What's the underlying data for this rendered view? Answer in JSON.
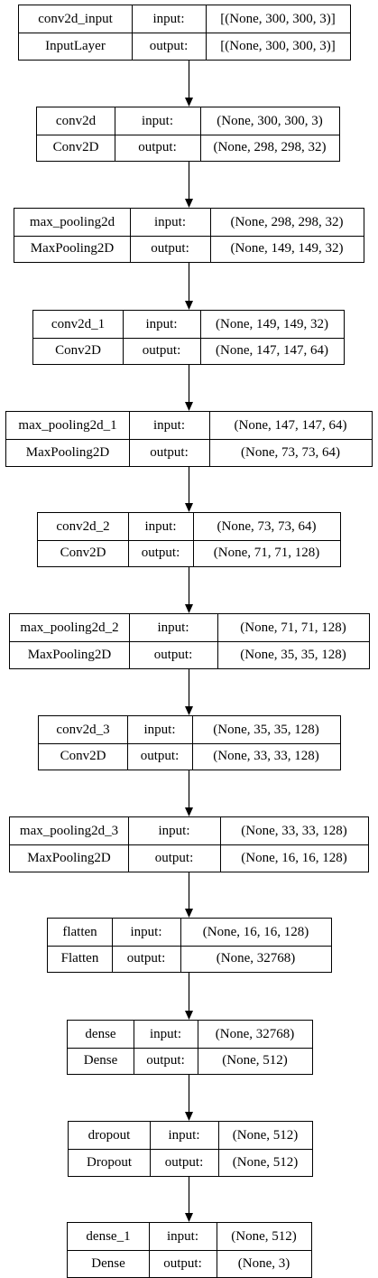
{
  "layers": [
    {
      "name": "conv2d_input",
      "type": "InputLayer",
      "input_label": "input:",
      "output_label": "output:",
      "input_shape": "[(None, 300, 300, 3)]",
      "output_shape": "[(None, 300, 300, 3)]"
    },
    {
      "name": "conv2d",
      "type": "Conv2D",
      "input_label": "input:",
      "output_label": "output:",
      "input_shape": "(None, 300, 300, 3)",
      "output_shape": "(None, 298, 298, 32)"
    },
    {
      "name": "max_pooling2d",
      "type": "MaxPooling2D",
      "input_label": "input:",
      "output_label": "output:",
      "input_shape": "(None, 298, 298, 32)",
      "output_shape": "(None, 149, 149, 32)"
    },
    {
      "name": "conv2d_1",
      "type": "Conv2D",
      "input_label": "input:",
      "output_label": "output:",
      "input_shape": "(None, 149, 149, 32)",
      "output_shape": "(None, 147, 147, 64)"
    },
    {
      "name": "max_pooling2d_1",
      "type": "MaxPooling2D",
      "input_label": "input:",
      "output_label": "output:",
      "input_shape": "(None, 147, 147, 64)",
      "output_shape": "(None, 73, 73, 64)"
    },
    {
      "name": "conv2d_2",
      "type": "Conv2D",
      "input_label": "input:",
      "output_label": "output:",
      "input_shape": "(None, 73, 73, 64)",
      "output_shape": "(None, 71, 71, 128)"
    },
    {
      "name": "max_pooling2d_2",
      "type": "MaxPooling2D",
      "input_label": "input:",
      "output_label": "output:",
      "input_shape": "(None, 71, 71, 128)",
      "output_shape": "(None, 35, 35, 128)"
    },
    {
      "name": "conv2d_3",
      "type": "Conv2D",
      "input_label": "input:",
      "output_label": "output:",
      "input_shape": "(None, 35, 35, 128)",
      "output_shape": "(None, 33, 33, 128)"
    },
    {
      "name": "max_pooling2d_3",
      "type": "MaxPooling2D",
      "input_label": "input:",
      "output_label": "output:",
      "input_shape": "(None, 33, 33, 128)",
      "output_shape": "(None, 16, 16, 128)"
    },
    {
      "name": "flatten",
      "type": "Flatten",
      "input_label": "input:",
      "output_label": "output:",
      "input_shape": "(None, 16, 16, 128)",
      "output_shape": "(None, 32768)"
    },
    {
      "name": "dense",
      "type": "Dense",
      "input_label": "input:",
      "output_label": "output:",
      "input_shape": "(None, 32768)",
      "output_shape": "(None, 512)"
    },
    {
      "name": "dropout",
      "type": "Dropout",
      "input_label": "input:",
      "output_label": "output:",
      "input_shape": "(None, 512)",
      "output_shape": "(None, 512)"
    },
    {
      "name": "dense_1",
      "type": "Dense",
      "input_label": "input:",
      "output_label": "output:",
      "input_shape": "(None, 512)",
      "output_shape": "(None, 3)"
    }
  ]
}
